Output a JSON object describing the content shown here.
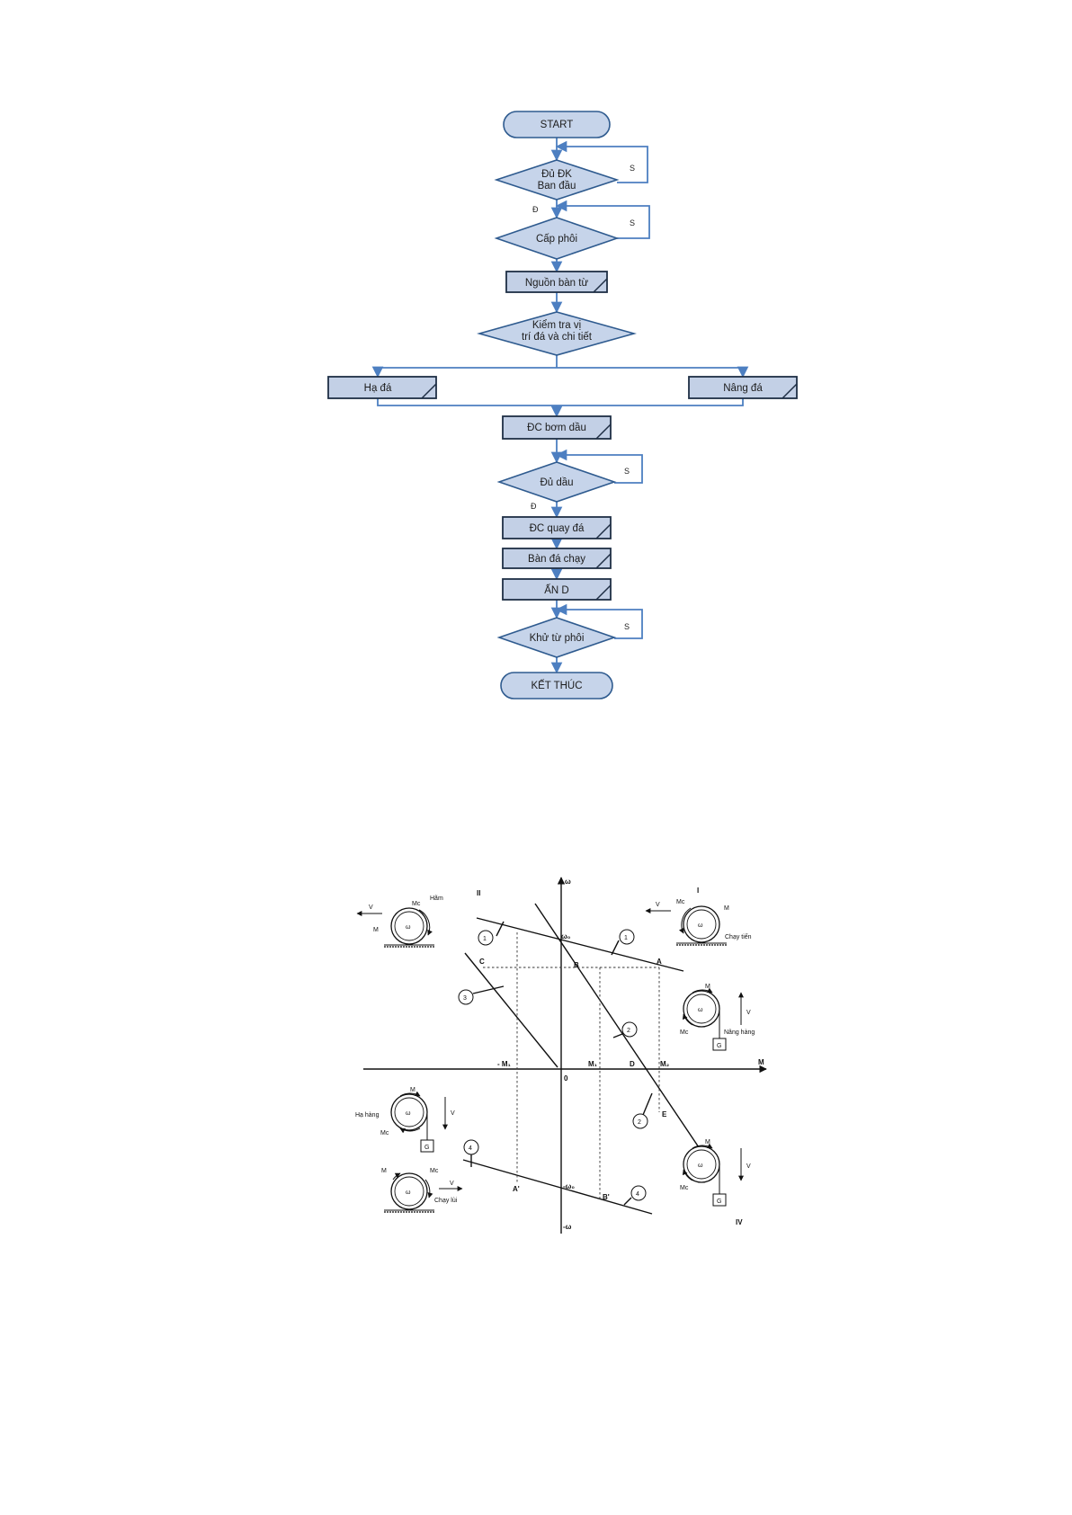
{
  "flowchart": {
    "start": "START",
    "dk_ban_dau_line1": "Đủ ĐK",
    "dk_ban_dau_line2": "Ban đầu",
    "cap_phoi": "Cấp phôi",
    "nguon_ban_tu": "Nguồn bàn từ",
    "kiem_tra_line1": "Kiểm tra vị",
    "kiem_tra_line2": "trí đá và chi tiết",
    "ha_da": "Hạ đá",
    "nang_da": "Nâng đá",
    "dc_bom_dau": "ĐC bơm dầu",
    "du_dau": "Đủ dầu",
    "dc_quay_da": "ĐC quay đá",
    "ban_da_chay": "Bàn đá chạy",
    "an_d": "ẤN D",
    "khu_tu_phoi": "Khử từ phôi",
    "ket_thuc": "KẾT THÚC",
    "label_s1": "S",
    "label_d1": "Đ",
    "label_s2": "S",
    "label_s3": "S",
    "label_d2": "Đ",
    "label_s4": "S"
  },
  "diagram": {
    "axis_omega": "ω",
    "axis_m": "M",
    "axis_neg_omega": "-ω",
    "quadrant_1": "I",
    "quadrant_2": "II",
    "quadrant_4": "IV",
    "origin": "0",
    "omega0": "ω₀",
    "neg_omega0": "-ω₀",
    "neg_m1": "- M₁",
    "m1": "M₁",
    "m2": "M₂",
    "pt_a": "A",
    "pt_b": "B",
    "pt_c": "C",
    "pt_d": "D",
    "pt_e": "E",
    "pt_a_prime": "A'",
    "pt_b_prime": "B'",
    "curve_1": "1",
    "curve_2": "2",
    "curve_3": "3",
    "curve_4": "4",
    "drum_omega": "ω",
    "drum_m": "M",
    "drum_mc": "Mc",
    "drum_v": "V",
    "drum_g": "G",
    "label_ham": "Hãm",
    "label_chay_tien": "Chạy tiến",
    "label_nang_hang": "Nâng hàng",
    "label_ha_hang": "Hạ hàng",
    "label_chay_lui": "Chạy lùi"
  }
}
